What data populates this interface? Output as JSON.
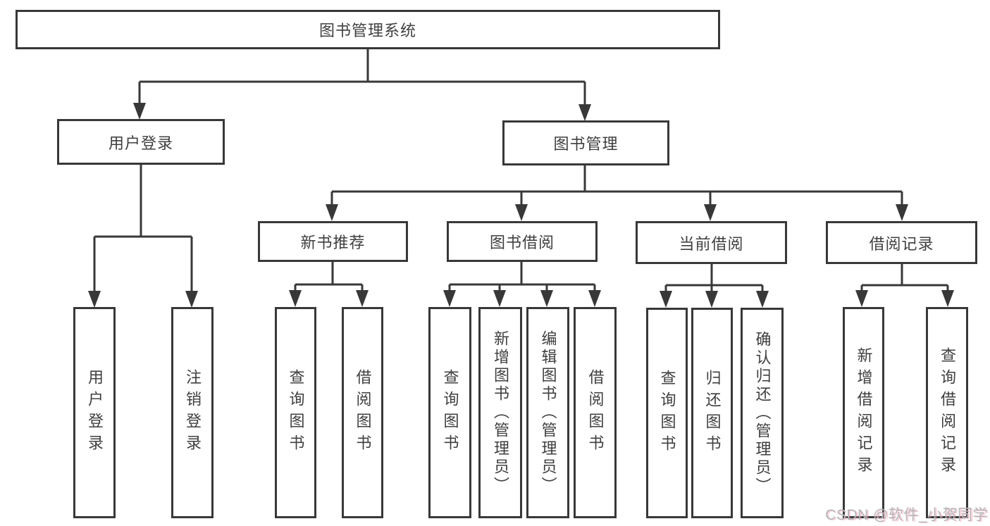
{
  "diagram": {
    "title_node": "图书管理系统",
    "root": {
      "label": "图书管理系统"
    },
    "branches": [
      {
        "label": "用户登录",
        "leaves": [
          {
            "label": "用户登录"
          },
          {
            "label": "注销登录"
          }
        ]
      },
      {
        "label": "图书管理",
        "groups": [
          {
            "label": "新书推荐",
            "leaves": [
              {
                "label": "查询图书"
              },
              {
                "label": "借阅图书"
              }
            ]
          },
          {
            "label": "图书借阅",
            "leaves": [
              {
                "label": "查询图书"
              },
              {
                "label": "新增图书（管理员）"
              },
              {
                "label": "编辑图书（管理员）"
              },
              {
                "label": "借阅图书"
              }
            ]
          },
          {
            "label": "当前借阅",
            "leaves": [
              {
                "label": "查询图书"
              },
              {
                "label": "归还图书"
              },
              {
                "label": "确认归还（管理员）"
              }
            ]
          },
          {
            "label": "借阅记录",
            "leaves": [
              {
                "label": "新增借阅记录"
              },
              {
                "label": "查询借阅记录"
              }
            ]
          }
        ]
      }
    ]
  },
  "colors": {
    "line": "#383838",
    "text": "#3f3f3f",
    "background": "#ffffff",
    "watermark_gray": "#b3b6ba",
    "watermark_pink": "#f78ca0"
  },
  "watermark": {
    "text": "CSDN @软件_小贺同学"
  }
}
